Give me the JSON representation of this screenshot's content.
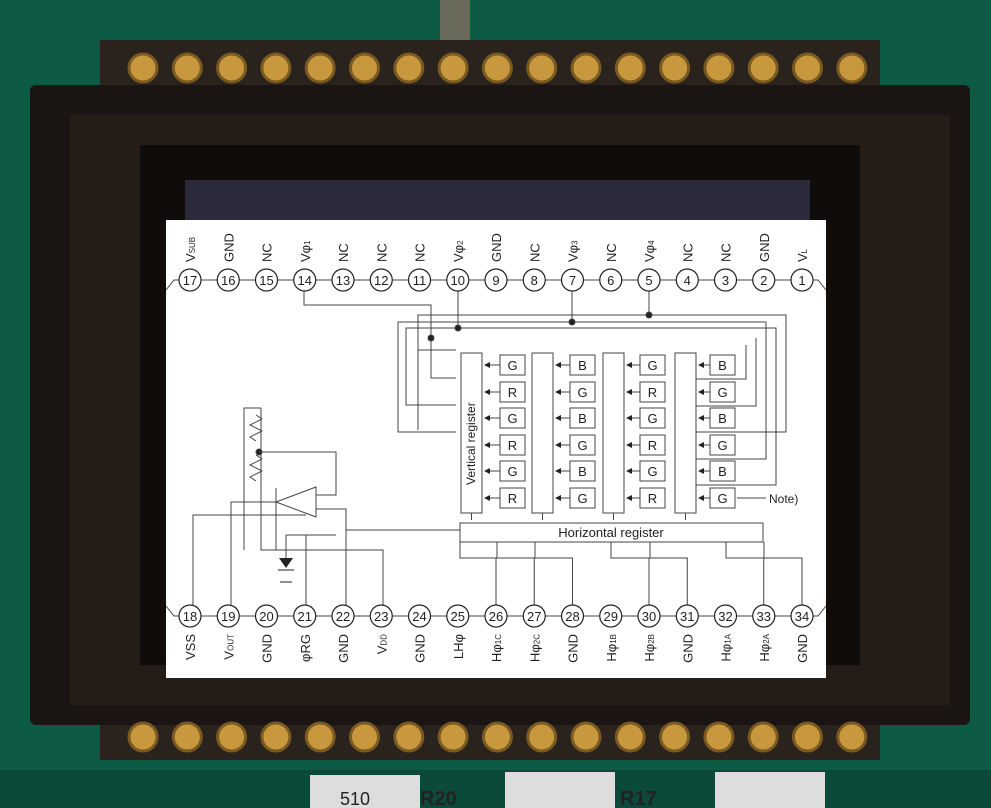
{
  "photo": {
    "pcb_color": "#0d5a45",
    "package_color": "#1a1512",
    "pin_color": "#c8983e",
    "sensor_color": "#2a2a3a",
    "resistor_labels": [
      "510",
      "R20",
      "R17"
    ]
  },
  "diagram": {
    "top_pins": [
      {
        "num": "17",
        "label": "V",
        "sub": "SUB"
      },
      {
        "num": "16",
        "label": "GND",
        "sub": ""
      },
      {
        "num": "15",
        "label": "NC",
        "sub": ""
      },
      {
        "num": "14",
        "label": "Vφ",
        "sub": "1"
      },
      {
        "num": "13",
        "label": "NC",
        "sub": ""
      },
      {
        "num": "12",
        "label": "NC",
        "sub": ""
      },
      {
        "num": "11",
        "label": "NC",
        "sub": ""
      },
      {
        "num": "10",
        "label": "Vφ",
        "sub": "2"
      },
      {
        "num": "9",
        "label": "GND",
        "sub": ""
      },
      {
        "num": "8",
        "label": "NC",
        "sub": ""
      },
      {
        "num": "7",
        "label": "Vφ",
        "sub": "3"
      },
      {
        "num": "6",
        "label": "NC",
        "sub": ""
      },
      {
        "num": "5",
        "label": "Vφ",
        "sub": "4"
      },
      {
        "num": "4",
        "label": "NC",
        "sub": ""
      },
      {
        "num": "3",
        "label": "NC",
        "sub": ""
      },
      {
        "num": "2",
        "label": "GND",
        "sub": ""
      },
      {
        "num": "1",
        "label": "V",
        "sub": "L"
      }
    ],
    "bottom_pins": [
      {
        "num": "18",
        "label": "VSS",
        "sub": ""
      },
      {
        "num": "19",
        "label": "V",
        "sub": "OUT"
      },
      {
        "num": "20",
        "label": "GND",
        "sub": ""
      },
      {
        "num": "21",
        "label": "φRG",
        "sub": ""
      },
      {
        "num": "22",
        "label": "GND",
        "sub": ""
      },
      {
        "num": "23",
        "label": "V",
        "sub": "DD"
      },
      {
        "num": "24",
        "label": "GND",
        "sub": ""
      },
      {
        "num": "25",
        "label": "LHφ",
        "sub": ""
      },
      {
        "num": "26",
        "label": "Hφ",
        "sub": "1C"
      },
      {
        "num": "27",
        "label": "Hφ",
        "sub": "2C"
      },
      {
        "num": "28",
        "label": "GND",
        "sub": ""
      },
      {
        "num": "29",
        "label": "Hφ",
        "sub": "1B"
      },
      {
        "num": "30",
        "label": "Hφ",
        "sub": "2B"
      },
      {
        "num": "31",
        "label": "GND",
        "sub": ""
      },
      {
        "num": "32",
        "label": "Hφ",
        "sub": "1A"
      },
      {
        "num": "33",
        "label": "Hφ",
        "sub": "2A"
      },
      {
        "num": "34",
        "label": "GND",
        "sub": ""
      }
    ],
    "pixel_columns": [
      [
        "G",
        "R",
        "G",
        "R",
        "G",
        "R"
      ],
      [
        "B",
        "G",
        "B",
        "G",
        "B",
        "G"
      ],
      [
        "G",
        "R",
        "G",
        "R",
        "G",
        "R"
      ],
      [
        "B",
        "G",
        "B",
        "G",
        "B",
        "G"
      ]
    ],
    "vertical_register_label": "Vertical register",
    "horizontal_register_label": "Horizontal register",
    "note_label": "Note)"
  }
}
